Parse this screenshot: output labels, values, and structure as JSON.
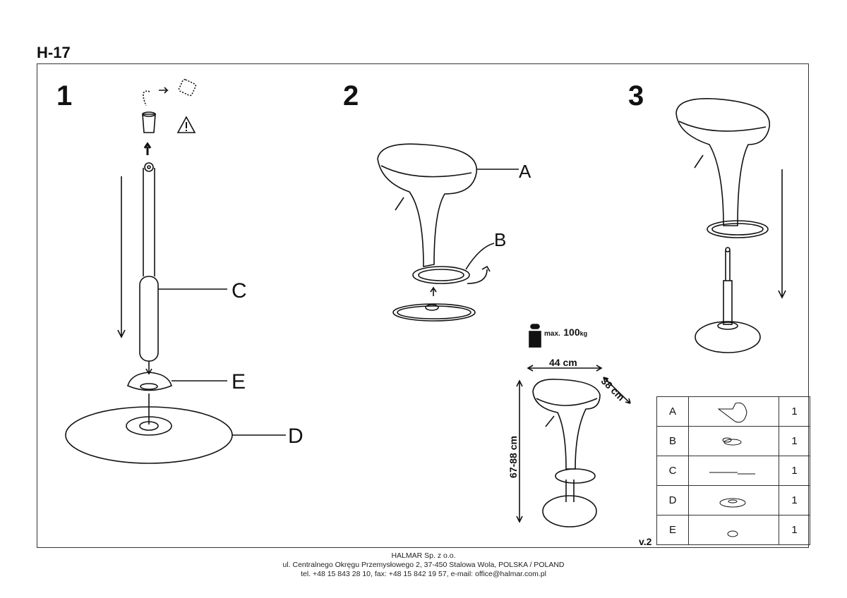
{
  "title": "H-17",
  "steps": [
    "1",
    "2",
    "3"
  ],
  "labels": {
    "A": "A",
    "B": "B",
    "C": "C",
    "D": "D",
    "E": "E"
  },
  "warning_icon": "warning-triangle-icon",
  "spec": {
    "max_prefix": "max.",
    "max_value": "100",
    "max_unit": "kg",
    "width": "44 cm",
    "depth": "38 cm",
    "height": "67-88 cm"
  },
  "version": "v.2",
  "parts": [
    {
      "letter": "A",
      "qty": "1"
    },
    {
      "letter": "B",
      "qty": "1"
    },
    {
      "letter": "C",
      "qty": "1"
    },
    {
      "letter": "D",
      "qty": "1"
    },
    {
      "letter": "E",
      "qty": "1"
    }
  ],
  "footer": {
    "company": "HALMAR Sp. z o.o.",
    "address": "ul. Centralnego Okręgu Przemysłowego 2, 37-450 Stalowa Wola, POLSKA / POLAND",
    "contact": "tel. +48 15 843 28 10, fax: +48 15 842 19 57, e-mail: office@halmar.com.pl"
  }
}
